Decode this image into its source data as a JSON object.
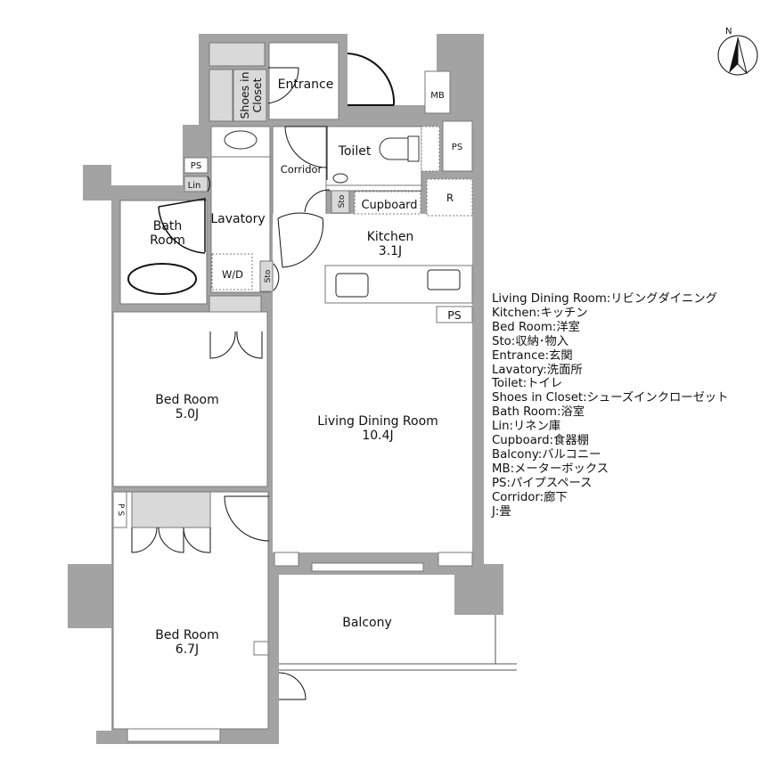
{
  "rooms": {
    "entrance": "Entrance",
    "shoes_line1": "Shoes in",
    "shoes_line2": "Closet",
    "mb": "MB",
    "toilet": "Toilet",
    "ps_top": "PS",
    "corridor": "Corridor",
    "ps_left": "PS",
    "lin": "Lin",
    "bath_line1": "Bath",
    "bath_line2": "Room",
    "lavatory": "Lavatory",
    "sto_corridor": "Sto",
    "cupboard": "Cupboard",
    "r": "R",
    "kitchen": "Kitchen",
    "kitchen_size": "3.1J",
    "wd": "W/D",
    "sto_lavatory": "Sto",
    "ps_kitchen": "PS",
    "bedroom1": "Bed Room",
    "bedroom1_size": "5.0J",
    "ldr": "Living Dining Room",
    "ldr_size": "10.4J",
    "ps_bedroom": "P S",
    "bedroom2": "Bed Room",
    "bedroom2_size": "6.7J",
    "balcony": "Balcony"
  },
  "compass": {
    "label": "N"
  },
  "legend": [
    "Living Dining Room:リビングダイニング",
    "Kitchen:キッチン",
    "Bed Room:洋室",
    "Sto:収納･物入",
    "Entrance:玄関",
    "Lavatory:洗面所",
    "Toilet:トイレ",
    "Shoes in Closet:シューズインクローゼット",
    "Bath Room:浴室",
    "Lin:リネン庫",
    "Cupboard:食器棚",
    "Balcony:バルコニー",
    "MB:メーターボックス",
    "PS:パイプスペース",
    "Corridor:廊下",
    "J:畳"
  ],
  "colors": {
    "wall": "#a3a3a3",
    "storage": "#d9d9d9",
    "line": "#111111"
  }
}
